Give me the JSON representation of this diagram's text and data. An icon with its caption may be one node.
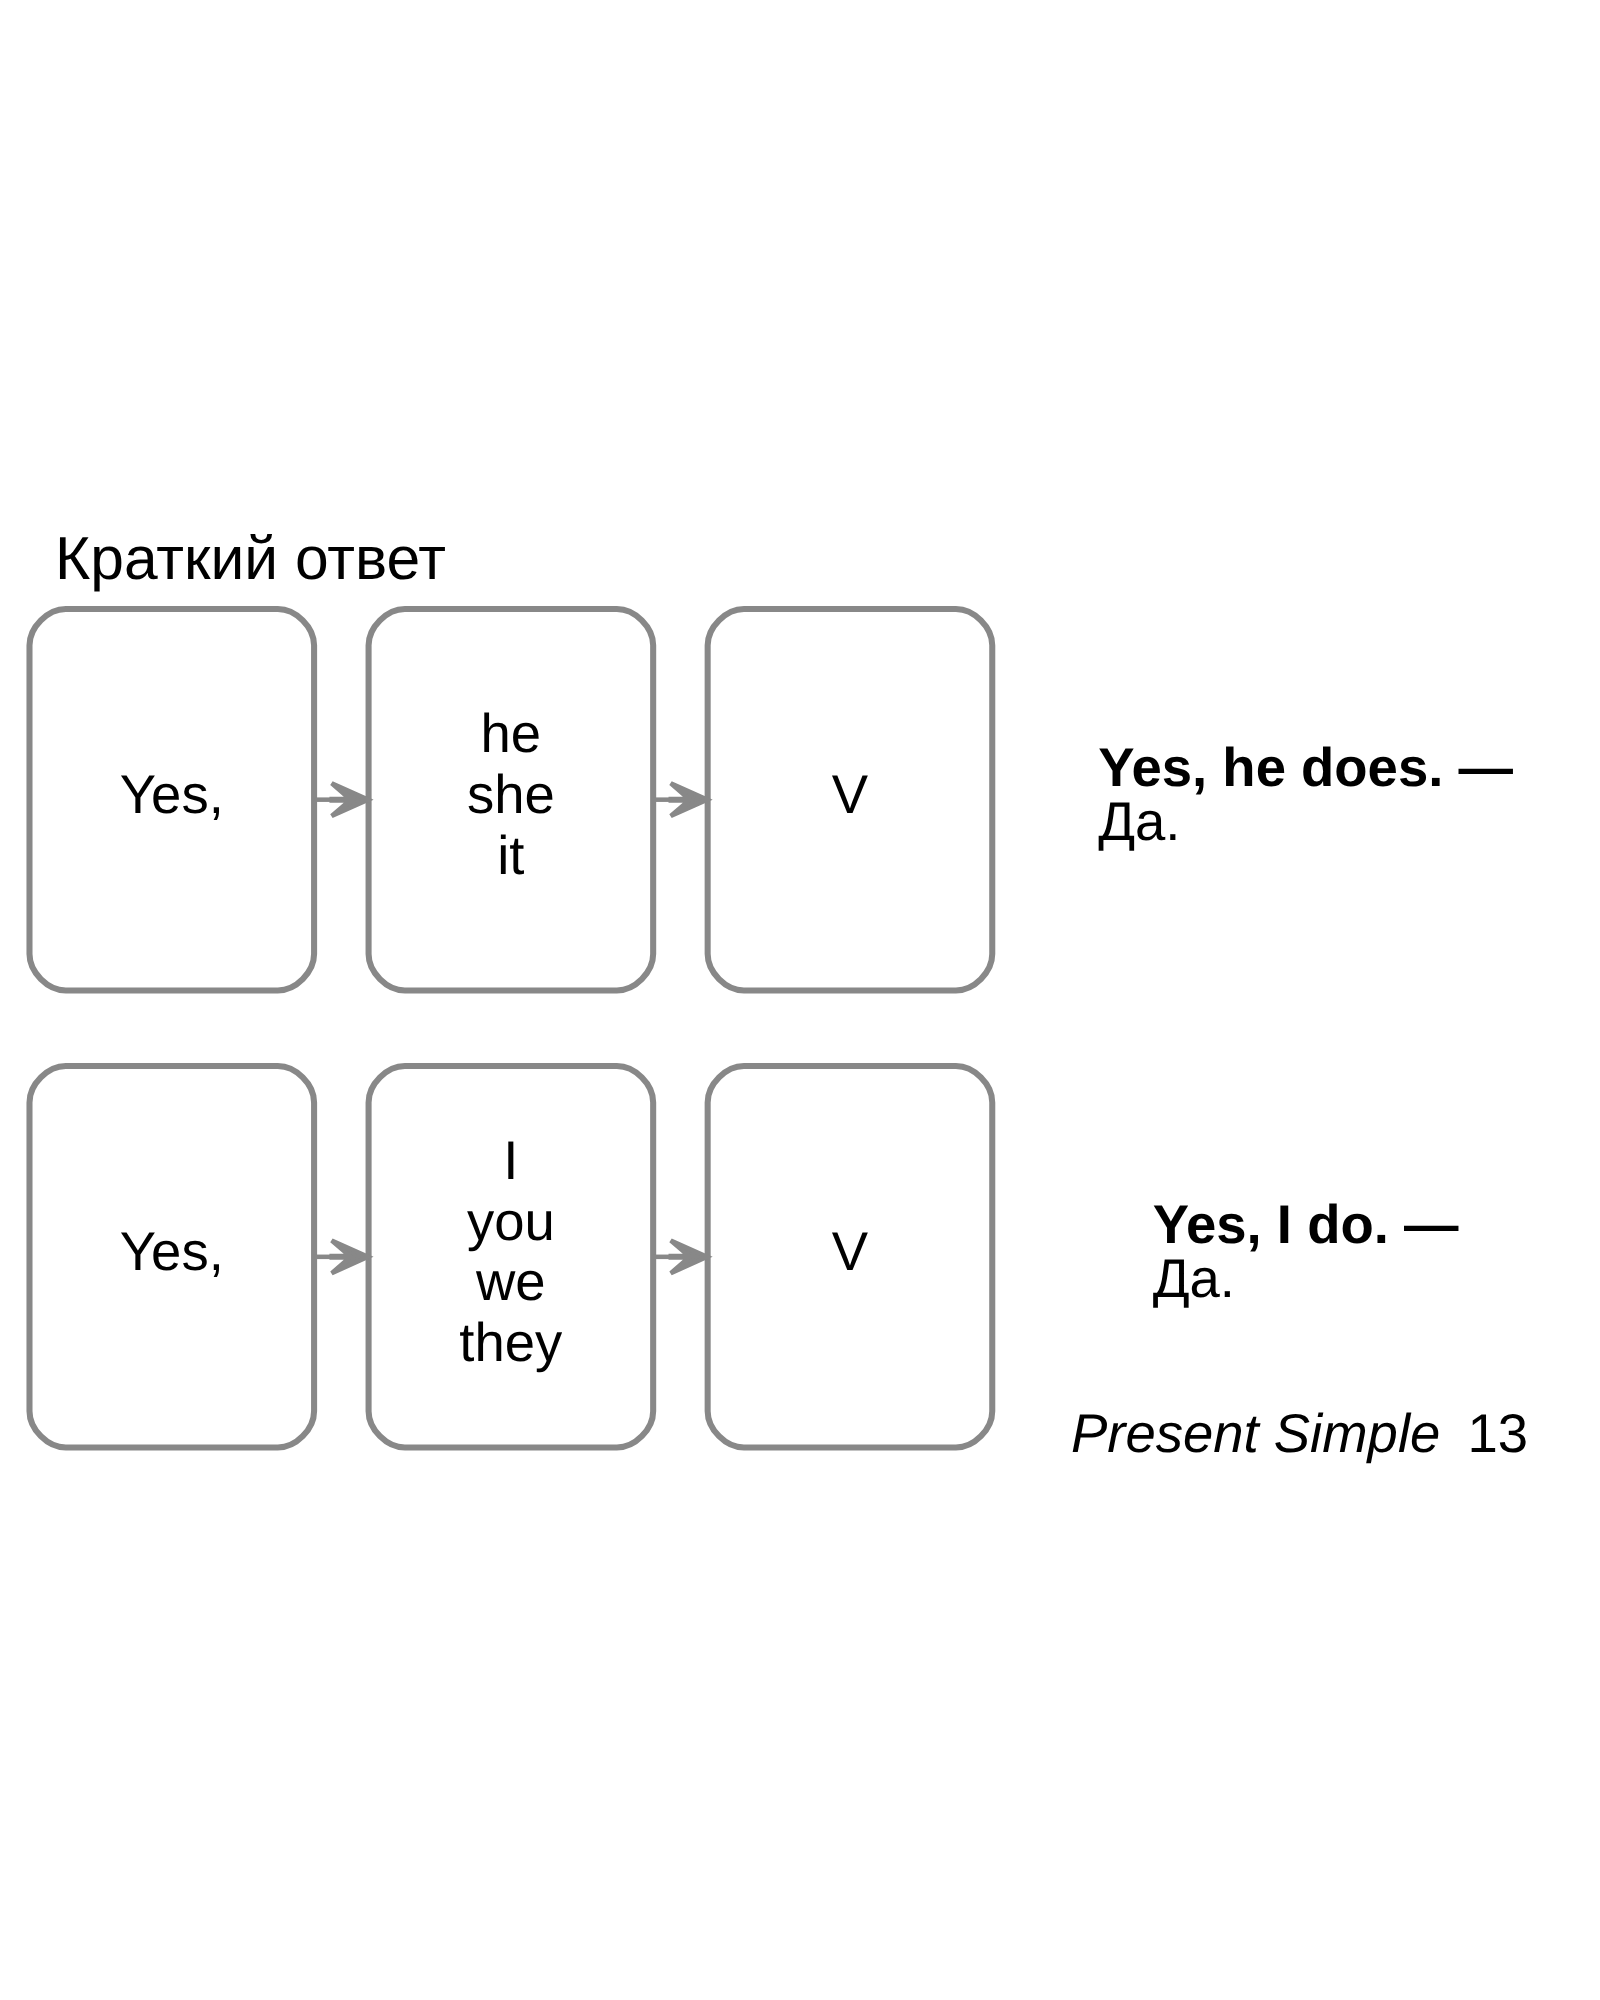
{
  "diagram": {
    "title": "Краткий ответ",
    "nodes": [
      {
        "text": [
          "Yes,"
        ]
      },
      {
        "text": [
          "I you we they"
        ]
      },
      {
        "text": [
          "V"
        ]
      },
      {
        "text": [
          "Yes,"
        ]
      },
      {
        "text": [
          "he she it"
        ]
      },
      {
        "text": [
          "V"
        ]
      }
    ],
    "edges": [
      {
        "from": 0,
        "to": 1,
        "arrow": "to"
      },
      {
        "from": 1,
        "to": 2,
        "arrow": "to"
      },
      {
        "from": 3,
        "to": 4,
        "arrow": "to"
      },
      {
        "from": 4,
        "to": 5,
        "arrow": "to"
      }
    ],
    "labels": [
      "Present Simple",
      "13",
      "Yes, I do. — Да.",
      "Yes, he does. — Да."
    ]
  }
}
